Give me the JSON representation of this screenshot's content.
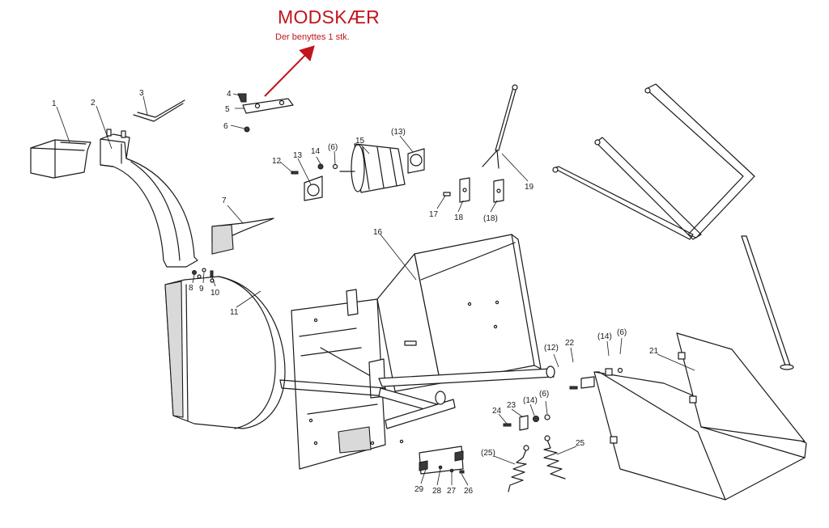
{
  "header": {
    "title": "MODSKÆR",
    "subtitle": "Der benyttes 1 stk."
  },
  "colors": {
    "accent": "#c0151c",
    "line": "#1a1a1a"
  },
  "labels": {
    "p1": "1",
    "p2": "2",
    "p3": "3",
    "p4": "4",
    "p5": "5",
    "p6": "6",
    "p7": "7",
    "p8": "8",
    "p9": "9",
    "p10": "10",
    "p11": "11",
    "p12": "12",
    "p13": "13",
    "p14": "14",
    "p6b": "(6)",
    "p15": "15",
    "p13b": "(13)",
    "p16": "16",
    "p17": "17",
    "p18": "18",
    "p18b": "(18)",
    "p19": "19",
    "p12b": "(12)",
    "p22": "22",
    "p14b": "(14)",
    "p6c": "(6)",
    "p21": "21",
    "p24": "24",
    "p23": "23",
    "p14c": "(14)",
    "p6d": "(6)",
    "p25b": "(25)",
    "p25": "25",
    "p29": "29",
    "p28": "28",
    "p27": "27",
    "p26": "26"
  }
}
